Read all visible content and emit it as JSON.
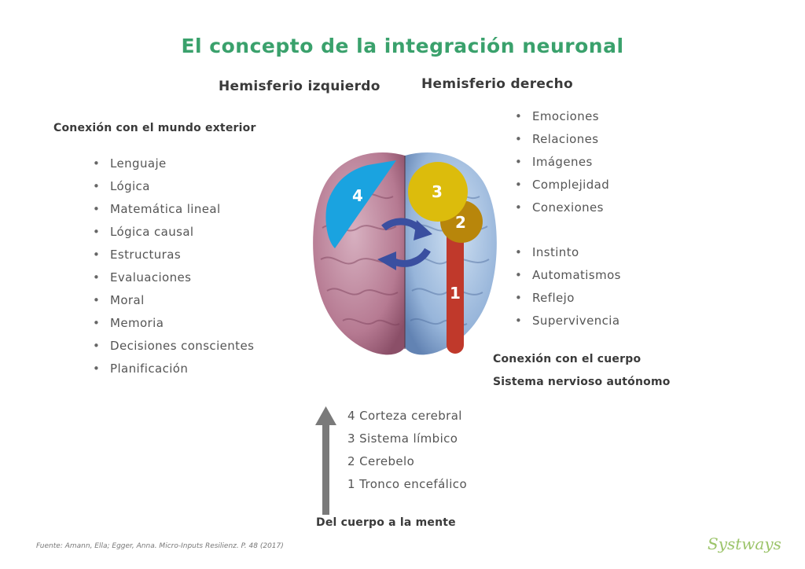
{
  "title": "El concepto de la integración neuronal",
  "left_hemisphere": {
    "heading": "Hemisferio izquierdo",
    "connection": "Conexión con el mundo exterior",
    "items": [
      "Lenguaje",
      "Lógica",
      "Matemática lineal",
      "Lógica causal",
      "Estructuras",
      "Evaluaciones",
      "Moral",
      "Memoria",
      "Decisiones conscientes",
      "Planificación"
    ]
  },
  "right_hemisphere": {
    "heading": "Hemisferio derecho",
    "items_top": [
      "Emociones",
      "Relaciones",
      "Imágenes",
      "Complejidad",
      "Conexiones"
    ],
    "items_bottom": [
      "Instinto",
      "Automatismos",
      "Reflejo",
      "Supervivencia"
    ],
    "connection_line1": "Conexión con el cuerpo",
    "connection_line2": "Sistema nervioso autónomo"
  },
  "brain_markers": {
    "marker4": "4",
    "marker3": "3",
    "marker2": "2",
    "marker1": "1",
    "colors": {
      "cortex": "#1aa3e0",
      "limbic": "#dcbc0c",
      "cerebellum": "#b8860b",
      "brainstem": "#c0392b",
      "cycle": "#3a4fa0"
    }
  },
  "levels": [
    "4 Corteza cerebral",
    "3 Sistema límbico",
    "2 Cerebelo",
    "1 Tronco encefálico"
  ],
  "arrow_caption": "Del cuerpo a la mente",
  "source": "Fuente: Amann, Ella; Egger, Anna. Micro-Inputs Resilienz. P. 48  (2017)",
  "logo": "Systways"
}
